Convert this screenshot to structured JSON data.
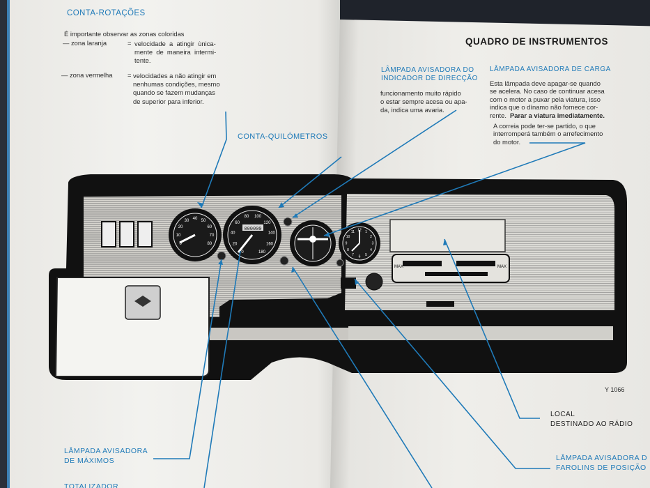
{
  "left": {
    "rev_title": "CONTA-ROTAÇÕES",
    "rev_intro": "É importante observar as zonas coloridas",
    "orange_label": "— zona laranja",
    "orange_eq": "=",
    "orange_text": "velocidade  a  atingir  ùnica-\nmente  de  maneira  intermi-\ntente.",
    "red_label": "— zona vermelha",
    "red_eq": "=",
    "red_text": "velocidades a não atingir em\nnenhumas condições, mesmo\nquando se fazem mudanças\nde superior para inferior.",
    "odometer_title": "CONTA-QUILÓMETROS",
    "highbeam_callout": "LÂMPADA AVISADORA\nDE MÁXIMOS",
    "partial_bottom": "TOTALIZADOR"
  },
  "right": {
    "page_title": "QUADRO DE INSTRUMENTOS",
    "indicator_title": "LÂMPADA AVISADORA DO\nINDICADOR DE DIRECÇÃO",
    "indicator_text": "funcionamento muito rápido\no estar sempre acesa ou apa-\nda, indica uma avaria.",
    "charge_title": "LÂMPADA AVISADORA DE CARGA",
    "charge_text_1": "Esta lâmpada deve apagar-se quando\nse acelera. No caso de continuar acesa\ncom o motor a puxar pela viatura, isso\nindica que o dínamo não fornece cor-\nrente.",
    "charge_text_bold": "Parar a viatura imediatamente.",
    "charge_text_2": "A correia pode ter-se partido, o que\ninterromperá também o arrefecimento\ndo motor.",
    "figure_ref": "Y 1066",
    "radio_callout": "LOCAL\nDESTINADO AO RÁDIO",
    "position_callout": "LÂMPADA AVISADORA D\nFAROLINS DE POSIÇÃO"
  },
  "gauges": {
    "tach_ticks": [
      "0",
      "10",
      "20",
      "30",
      "40",
      "50",
      "60",
      "70",
      "80"
    ],
    "speedo_ticks": [
      "0",
      "20",
      "40",
      "60",
      "80",
      "100",
      "120",
      "140",
      "160",
      "180"
    ],
    "odometer_value": "000000",
    "clock_ticks": [
      "12",
      "1",
      "2",
      "3",
      "4",
      "5",
      "6",
      "7",
      "8",
      "9",
      "10",
      "11"
    ],
    "heater_labels": [
      "MAX",
      "MAX"
    ]
  },
  "colors": {
    "callout_blue": "#1f7ab8",
    "text": "#2b2b2b",
    "page": "#efeeea"
  }
}
